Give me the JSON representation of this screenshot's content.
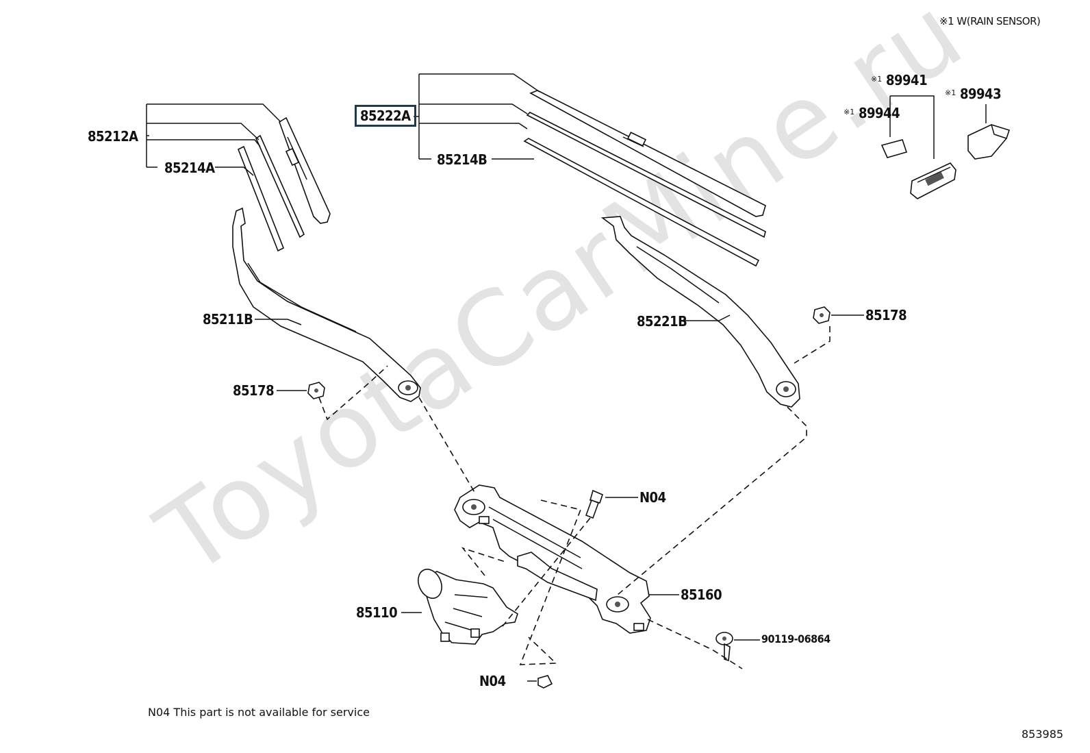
{
  "header": {
    "note": "※1 W(RAIN SENSOR)"
  },
  "watermark": "ToyotaCarMine.ru",
  "labels": {
    "p85212A": "85212A",
    "p85214A": "85214A",
    "p85222A": "85222A",
    "p85214B": "85214B",
    "p89941": "89941",
    "p89944": "89944",
    "p89943": "89943",
    "ref_mark": "※1",
    "p85211B": "85211B",
    "p85221B": "85221B",
    "p85178_left": "85178",
    "p85178_right": "85178",
    "pN04_top": "N04",
    "p85160": "85160",
    "p85110": "85110",
    "p90119": "90119-06864",
    "pN04_bottom": "N04"
  },
  "footer": {
    "note": "N04  This part is not available for service",
    "diagram_code": "853985"
  },
  "highlight": {
    "label": "85222A",
    "color": "#1f3a4d"
  }
}
